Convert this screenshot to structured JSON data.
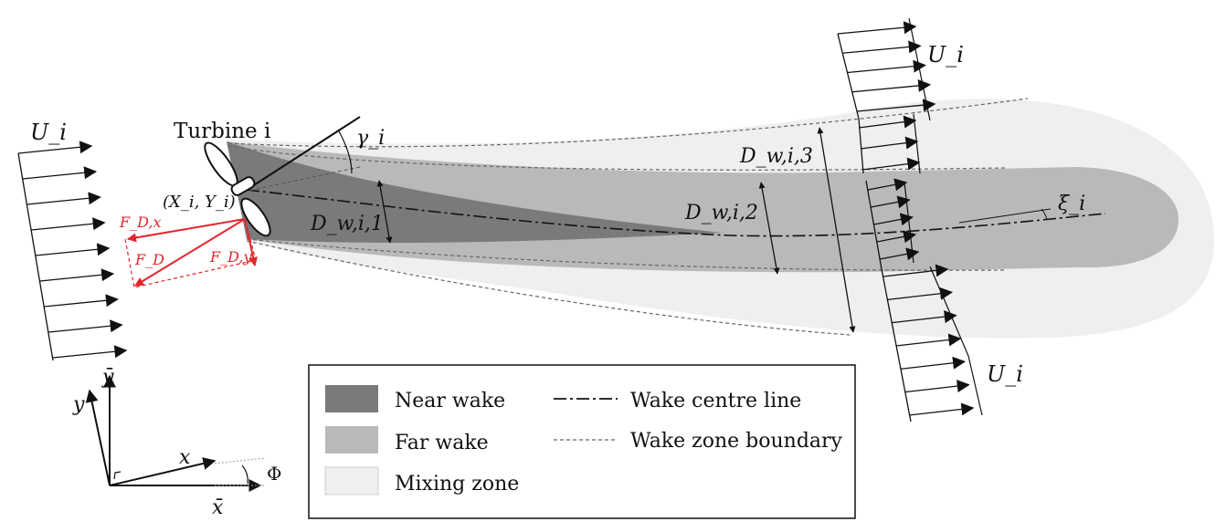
{
  "figure": {
    "turbine_label": "Turbine i",
    "turbine_position_label": "(X_i, Y_i)",
    "inflow_labels": {
      "left": "U_i",
      "right_top": "U_i",
      "right_bottom": "U_i"
    },
    "yaw_angle_label": "γ_i",
    "deflection_angle_label": "ξ_i",
    "wake_widths": {
      "d1": "D_w,i,1",
      "d2": "D_w,i,2",
      "d3": "D_w,i,3"
    },
    "forces": {
      "fd": "F_D",
      "fdx": "F_D,x",
      "fdy": "F_D,y"
    },
    "axes": {
      "x": "x",
      "y": "y",
      "xbar": "x̄",
      "ybar": "ȳ",
      "phi": "Φ"
    }
  },
  "legend": {
    "near_wake": "Near wake",
    "far_wake": "Far wake",
    "mixing_zone": "Mixing zone",
    "centre_line": "Wake centre line",
    "boundary": "Wake zone boundary"
  },
  "colors": {
    "near_wake": "#7a7a7a",
    "far_wake": "#b9b9b9",
    "mixing_zone": "#efefef",
    "force": "#e3262b"
  }
}
